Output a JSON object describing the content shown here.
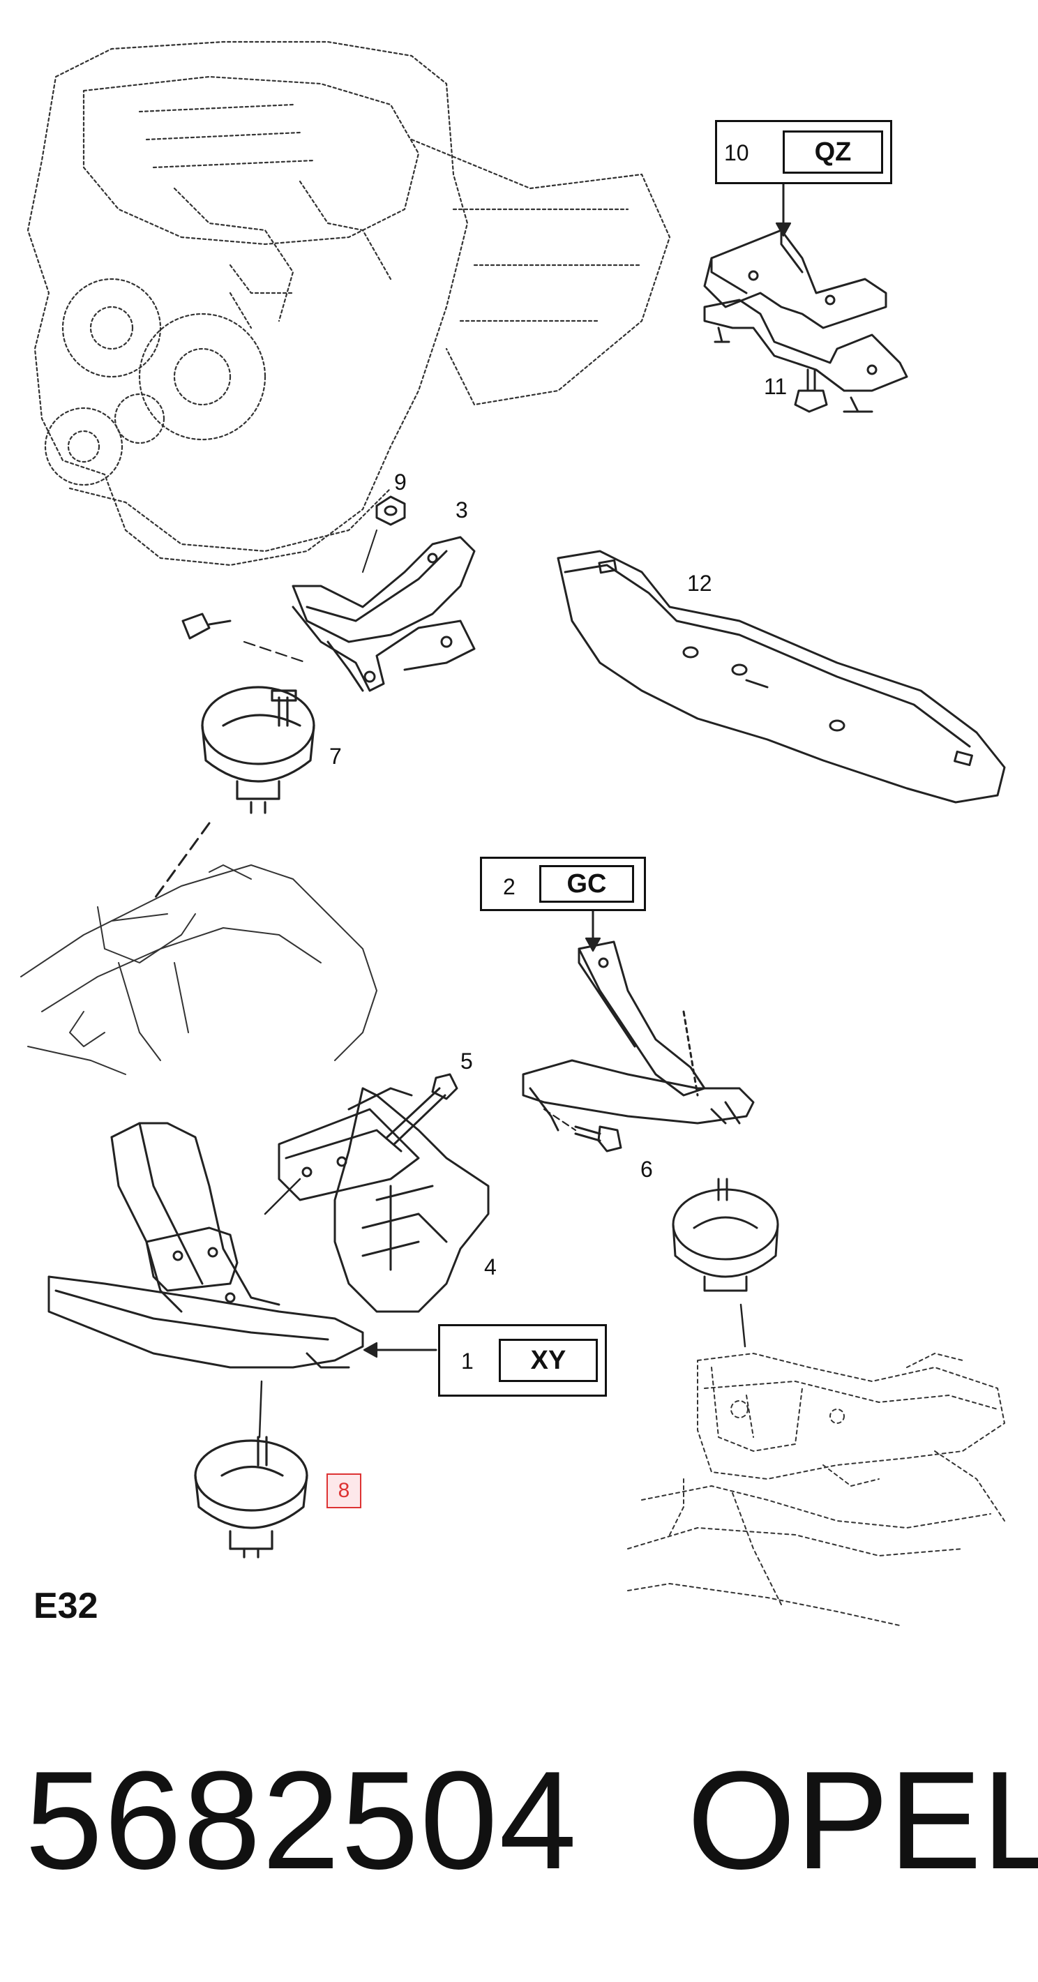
{
  "diagram": {
    "code": "E32",
    "callouts": {
      "c1": "1",
      "c2": "2",
      "c3": "3",
      "c4": "4",
      "c5": "5",
      "c6": "6",
      "c7": "7",
      "c8": "8",
      "c9": "9",
      "c10": "10",
      "c11": "11",
      "c12": "12"
    },
    "option_codes": {
      "xy": "XY",
      "gc": "GC",
      "qz": "QZ"
    },
    "highlighted_callout": "8"
  },
  "footer": {
    "part_number": "5682504",
    "brand": "OPEL"
  }
}
